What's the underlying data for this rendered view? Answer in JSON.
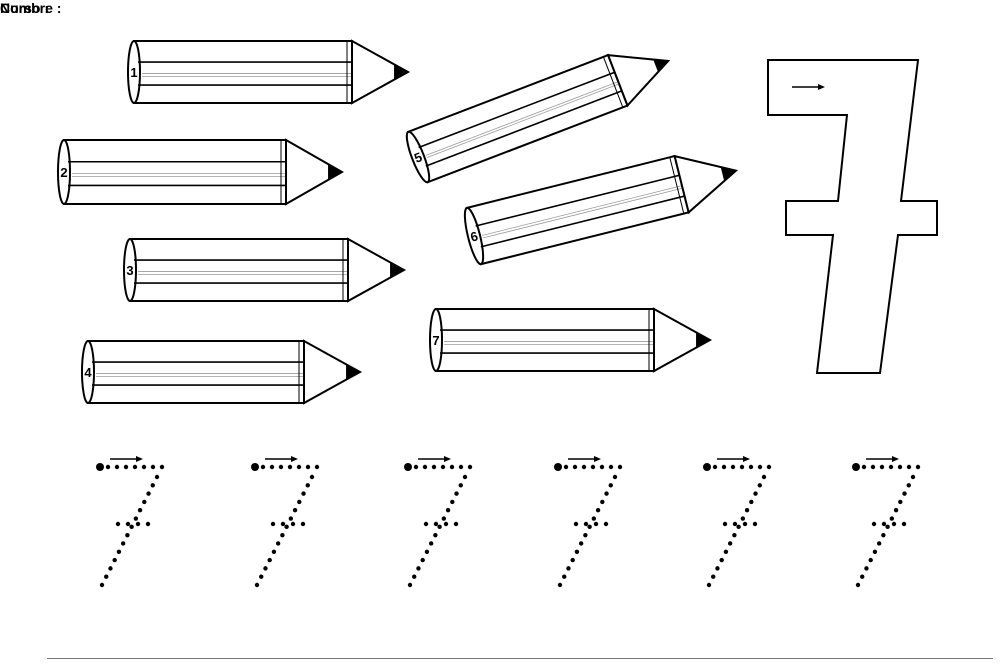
{
  "pencils": [
    {
      "number": "1"
    },
    {
      "number": "2"
    },
    {
      "number": "3"
    },
    {
      "number": "4"
    },
    {
      "number": "5"
    },
    {
      "number": "6"
    },
    {
      "number": "7"
    }
  ],
  "colors": {
    "ink": "#000000",
    "paper": "#ffffff",
    "guide_line": "#999999"
  },
  "trace_digit_count": 6,
  "footer": {
    "name_label": "Nombre :",
    "course_label": "Curso :"
  }
}
